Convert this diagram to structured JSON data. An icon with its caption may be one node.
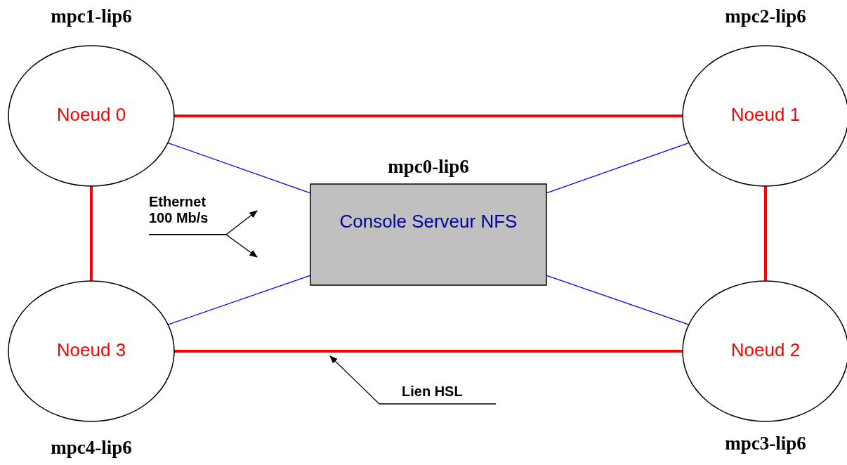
{
  "diagram": {
    "nodes": [
      {
        "text": [
          "mpc1-lip6",
          "Noeud 0"
        ]
      },
      {
        "text": [
          "mpc2-lip6",
          "Noeud 1"
        ]
      },
      {
        "text": [
          "mpc0-lip6",
          "Console Serveur NFS"
        ]
      },
      {
        "text": [
          "Noeud 3",
          "mpc4-lip6"
        ]
      },
      {
        "text": [
          "Noeud 2",
          "mpc3-lip6"
        ]
      },
      {
        "text": [
          "Ethernet 100 Mb/s"
        ]
      },
      {
        "text": [
          "Lien HSL"
        ]
      }
    ],
    "edges": [
      {
        "from": 0,
        "to": 1,
        "arrow": "none",
        "style": "thick",
        "color": "#ff0000"
      },
      {
        "from": 0,
        "to": 3,
        "arrow": "none",
        "style": "thick",
        "color": "#ff0000"
      },
      {
        "from": 1,
        "to": 4,
        "arrow": "none",
        "style": "thick",
        "color": "#ff0000"
      },
      {
        "from": 3,
        "to": 4,
        "arrow": "none",
        "style": "thick",
        "color": "#ff0000"
      },
      {
        "from": 0,
        "to": 2,
        "arrow": "none",
        "color": "#0000ff"
      },
      {
        "from": 3,
        "to": 2,
        "arrow": "none",
        "color": "#0000ff"
      },
      {
        "from": 1,
        "to": 2,
        "arrow": "none",
        "color": "#0000ff"
      },
      {
        "from": 4,
        "to": 2,
        "arrow": "none",
        "color": "#0000ff"
      },
      {
        "from": 5,
        "to": null,
        "arrow": "to",
        "color": "#000000"
      },
      {
        "from": 5,
        "to": null,
        "arrow": "to",
        "color": "#000000"
      },
      {
        "from": 6,
        "to": null,
        "arrow": "to",
        "color": "#000000"
      }
    ]
  }
}
